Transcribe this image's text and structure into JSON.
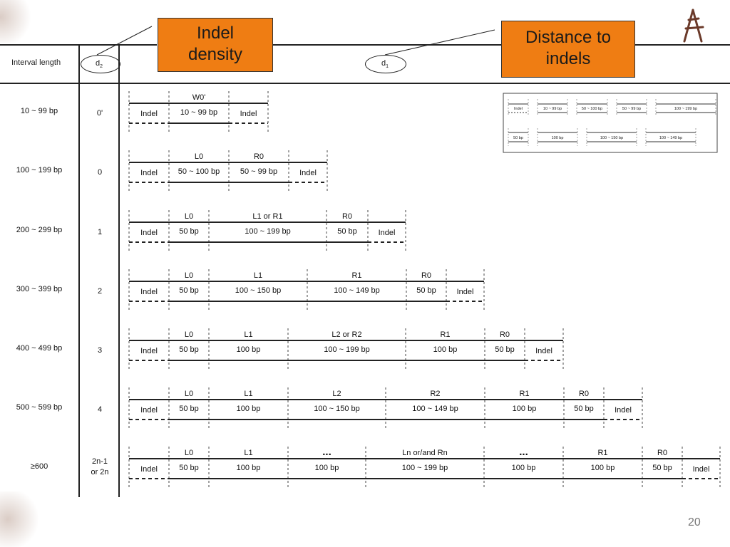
{
  "callouts": {
    "indel_density": "Indel density",
    "distance_to_indels": "Distance to indels"
  },
  "header": {
    "interval_length": "Interval length",
    "d2": "d",
    "d2_sub": "2",
    "d1": "d",
    "d1_sub": "1"
  },
  "rows": [
    {
      "interval": "10 ~ 99 bp",
      "d2": "0'",
      "labels": [
        "W0'"
      ],
      "segments": [
        "Indel",
        "10 ~ 99 bp",
        "Indel"
      ]
    },
    {
      "interval": "100 ~ 199 bp",
      "d2": "0",
      "labels": [
        "L0",
        "R0"
      ],
      "segments": [
        "Indel",
        "50 ~ 100 bp",
        "50 ~ 99 bp",
        "Indel"
      ]
    },
    {
      "interval": "200 ~ 299 bp",
      "d2": "1",
      "labels": [
        "L0",
        "L1 or R1",
        "R0"
      ],
      "segments": [
        "Indel",
        "50 bp",
        "100 ~ 199 bp",
        "50 bp",
        "Indel"
      ]
    },
    {
      "interval": "300 ~ 399 bp",
      "d2": "2",
      "labels": [
        "L0",
        "L1",
        "R1",
        "R0"
      ],
      "segments": [
        "Indel",
        "50 bp",
        "100 ~ 150 bp",
        "100 ~ 149 bp",
        "50 bp",
        "Indel"
      ]
    },
    {
      "interval": "400 ~ 499 bp",
      "d2": "3",
      "labels": [
        "L0",
        "L1",
        "L2 or R2",
        "R1",
        "R0"
      ],
      "segments": [
        "Indel",
        "50 bp",
        "100 bp",
        "100 ~ 199 bp",
        "100 bp",
        "50 bp",
        "Indel"
      ]
    },
    {
      "interval": "500 ~ 599 bp",
      "d2": "4",
      "labels": [
        "L0",
        "L1",
        "L2",
        "R2",
        "R1",
        "R0"
      ],
      "segments": [
        "Indel",
        "50 bp",
        "100 bp",
        "100 ~ 150 bp",
        "100 ~ 149 bp",
        "100 bp",
        "50 bp",
        "Indel"
      ]
    },
    {
      "interval": "≥600",
      "d2": "2n-1\nor 2n",
      "labels": [
        "L0",
        "L1",
        "...",
        "Ln or/and Rn",
        "...",
        "R1",
        "R0"
      ],
      "segments": [
        "Indel",
        "50 bp",
        "100 bp",
        "100 bp",
        "100 ~ 199 bp",
        "100 bp",
        "100 bp",
        "50 bp",
        "Indel"
      ]
    }
  ],
  "inset": {
    "top_segments": [
      "Indel",
      "10 ~ 99 bp",
      "50 ~ 100 bp",
      "50 ~ 99 bp",
      "100 ~ 199 bp"
    ],
    "bottom_segments": [
      "50 bp",
      "100 bp",
      "100 ~ 150 bp",
      "100 ~ 149 bp"
    ]
  },
  "page_number": "20"
}
